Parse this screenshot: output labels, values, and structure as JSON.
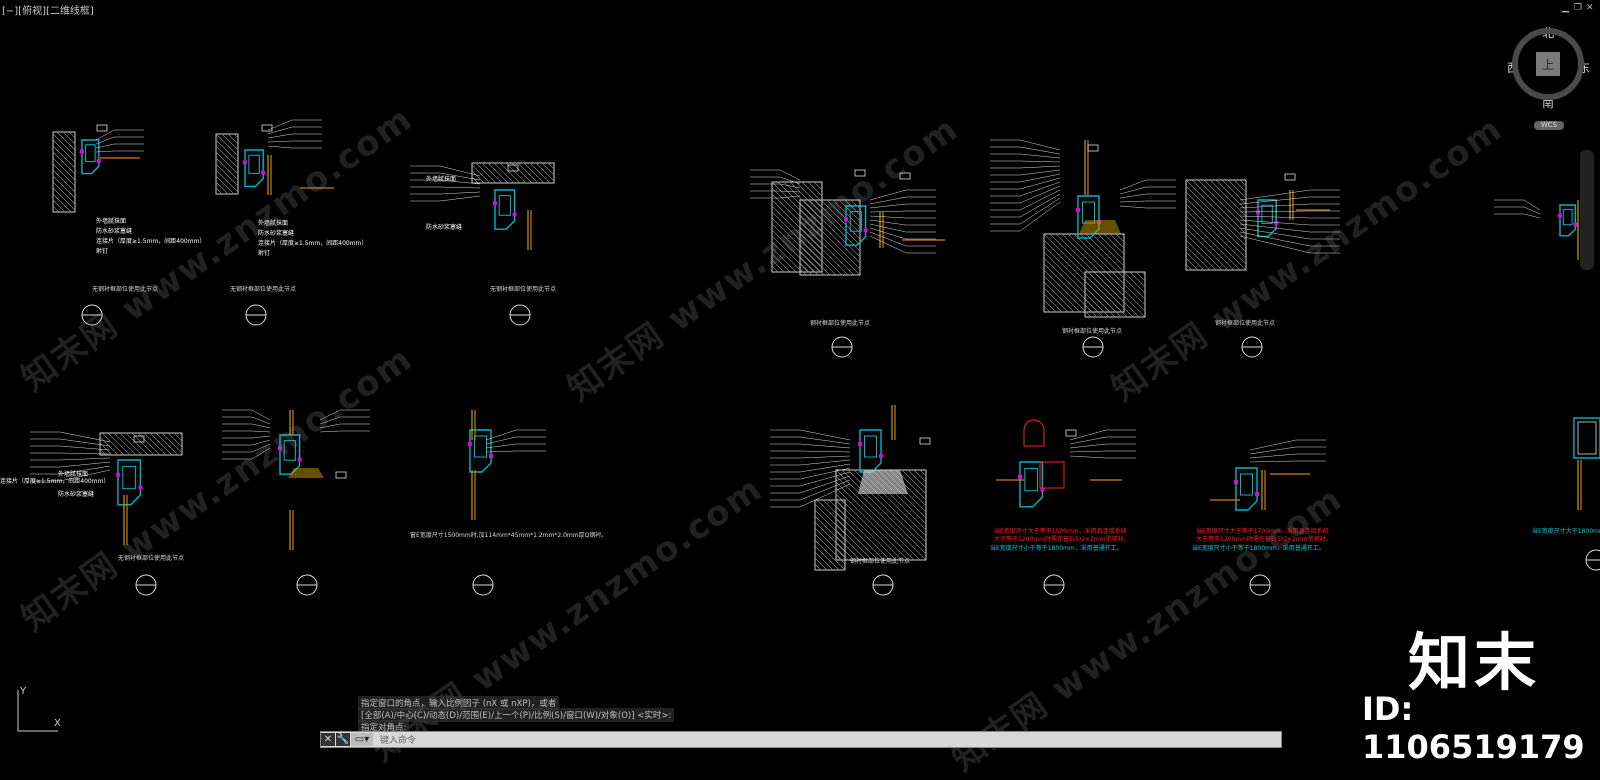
{
  "viewport": {
    "label": "[−][俯视][二维线框]"
  },
  "window_controls": {
    "minimize": "▁",
    "restore": "❐",
    "close": "✕"
  },
  "viewcube": {
    "north": "北",
    "south": "南",
    "east": "东",
    "west": "西",
    "face": "上",
    "wcs": "WCS"
  },
  "drawing": {
    "node_captions_row1": [
      "无钢衬框部位使用此节点",
      "无钢衬框部位使用此节点",
      "无钢衬框部位使用此节点",
      "钢衬框部位使用此节点",
      "钢衬框部位使用此节点",
      "钢衬框部位使用此节点"
    ],
    "node_captions_row2": [
      "无钢衬框部位使用此节点",
      "窗E宽度尺寸1500mm时,加114mm*45mm*1.2mm*2.0mm厚Q钢衬。",
      "钢衬框部位使用此节点"
    ],
    "labels": [
      "外墙腻抹面",
      "防水砂浆塞缝",
      "连接片（厚度≥1.5mm，间距400mm）",
      "射钉",
      "外墙腻抹面",
      "防水砂浆塞缝",
      "连接片（厚度≥1.5mm，间距400mm）",
      "射钉",
      "外墙腻抹面",
      "防水砂浆塞缝",
      "外墙腻抹面",
      "防水砂浆塞缝",
      "连接片（厚度≥1.5mm，间距400mm）"
    ],
    "red_notes": [
      "当E宽度尺寸大于等于1500mm，采用直连接系统",
      "大于等于1200mm时需在窗E(S)2×2mm型钢衬。",
      "当E宽度尺寸大于等于1700mm，采用直连接系统",
      "大于等于1200mm时需在窗E(S)2×2mm型钢衬。"
    ],
    "cyan_notes": [
      "当E宽度尺寸小于等于1800mm，采用普通开工。",
      "当E宽度尺寸小于等于1800mm，采用普通开工。",
      "当E宽度尺寸大于1800mm"
    ]
  },
  "watermarks": [
    "知末网 www.znzmo.com",
    "知末网 www.znzmo.com",
    "知末网 www.znzmo.com",
    "知末网 www.znzmo.com",
    "知末网 www.znzmo.com",
    "知末网 www.znzmo.com"
  ],
  "command": {
    "line1": "指定窗口的角点，输入比例因子 (nX 或 nXP)，或者",
    "line2": "[全部(A)/中心(C)/动态(D)/范围(E)/上一个(P)/比例(S)/窗口(W)/对象(O)] <实时>:",
    "line3": "指定对角点:",
    "placeholder": "键入命令",
    "close_icon": "✕",
    "wrench_icon": "🔧",
    "prompt_icon": "▭▾"
  },
  "ucs": {
    "x": "X",
    "y": "Y"
  },
  "brand": {
    "cn": "知末",
    "id": "ID: 1106519179"
  },
  "colors": {
    "bg": "#000000",
    "cyan": "#00b5c8",
    "magenta": "#e000e0",
    "red": "#ff2020",
    "yellow": "#c8a000",
    "orange": "#d07a20",
    "green": "#00b400"
  }
}
